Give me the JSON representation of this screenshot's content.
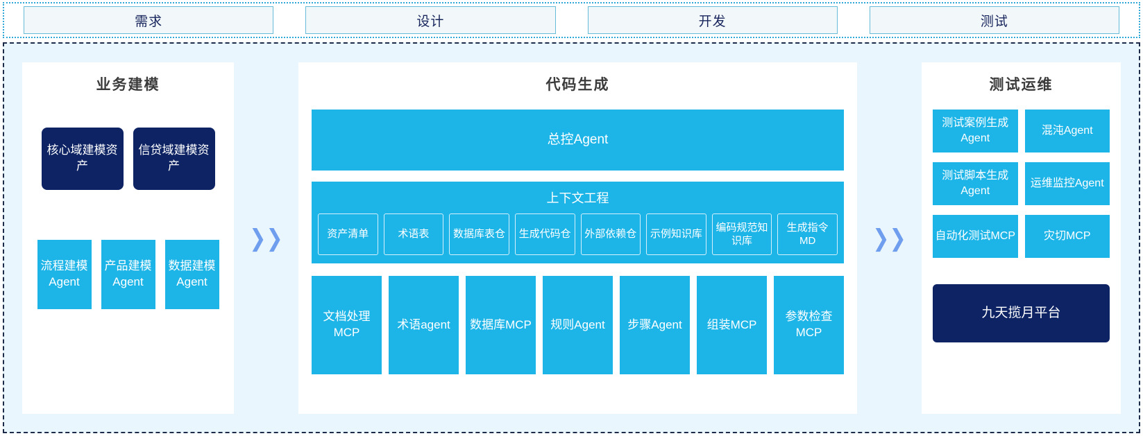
{
  "stages": {
    "items": [
      {
        "label": "需求"
      },
      {
        "label": "设计"
      },
      {
        "label": "开发"
      },
      {
        "label": "测试"
      }
    ]
  },
  "arrows": {
    "glyph": "❯❯"
  },
  "panels": {
    "business_modeling": {
      "title": "业务建模",
      "assets": [
        {
          "label": "核心域建模资产"
        },
        {
          "label": "信贷域建模资产"
        }
      ],
      "agents": [
        {
          "label": "流程建模Agent"
        },
        {
          "label": "产品建模Agent"
        },
        {
          "label": "数据建模Agent"
        }
      ]
    },
    "code_generation": {
      "title": "代码生成",
      "master_agent": {
        "label": "总控Agent"
      },
      "context_engineering": {
        "title": "上下文工程",
        "items": [
          {
            "label": "资产清单"
          },
          {
            "label": "术语表"
          },
          {
            "label": "数据库表仓"
          },
          {
            "label": "生成代码仓"
          },
          {
            "label": "外部依赖仓"
          },
          {
            "label": "示例知识库"
          },
          {
            "label": "编码规范知识库"
          },
          {
            "label": "生成指令MD"
          }
        ]
      },
      "tools": [
        {
          "label": "文档处理MCP"
        },
        {
          "label": "术语agent"
        },
        {
          "label": "数据库MCP"
        },
        {
          "label": "规则Agent"
        },
        {
          "label": "步骤Agent"
        },
        {
          "label": "组装MCP"
        },
        {
          "label": "参数检查MCP"
        }
      ]
    },
    "test_ops": {
      "title": "测试运维",
      "items": [
        {
          "label": "测试案例生成Agent"
        },
        {
          "label": "混沌Agent"
        },
        {
          "label": "测试脚本生成Agent"
        },
        {
          "label": "运维监控Agent"
        },
        {
          "label": "自动化测试MCP"
        },
        {
          "label": "灾切MCP"
        }
      ],
      "platform": {
        "label": "九天揽月平台"
      }
    }
  },
  "colors": {
    "cyan": "#1db5e8",
    "navy": "#0d2364",
    "page_bg": "#eaf6fd",
    "arrow": "#6f9eef",
    "stage_border": "#66bcd8"
  }
}
